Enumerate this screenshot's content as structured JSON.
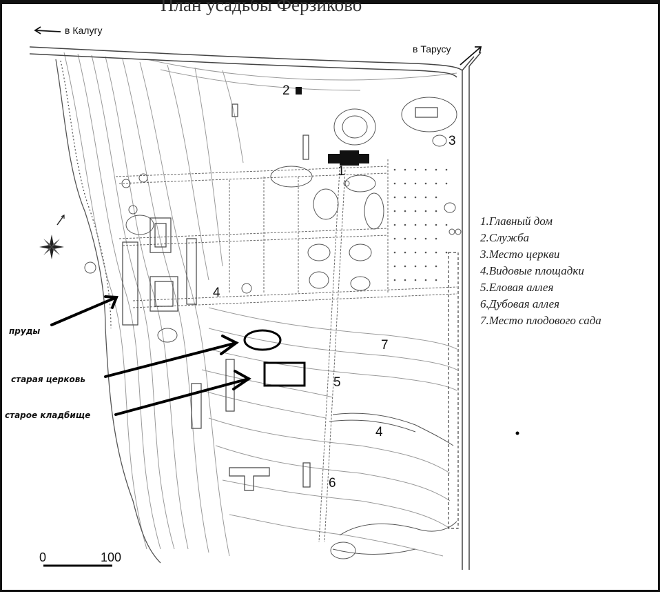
{
  "title": "План усадьбы Ферзиково",
  "roads": {
    "kaluga": "в Калугу",
    "tarusa": "в Тарусу"
  },
  "legend": [
    "1.Главный дом",
    "2.Служба",
    "3.Место церкви",
    "4.Видовые площадки",
    "5.Еловая аллея",
    "6.Дубовая аллея",
    "7.Место плодового сада"
  ],
  "annotations": {
    "ponds": "пруды",
    "old_church": "старая церковь",
    "old_cemetery": "старое кладбище"
  },
  "map_numbers": {
    "n1": "1",
    "n2": "2",
    "n3": "3",
    "n4a": "4",
    "n4b": "4",
    "n5": "5",
    "n6": "6",
    "n7": "7"
  },
  "scale": {
    "start": "0",
    "end": "100"
  },
  "icons": [
    "compass-rose-icon",
    "north-arrow-icon"
  ]
}
